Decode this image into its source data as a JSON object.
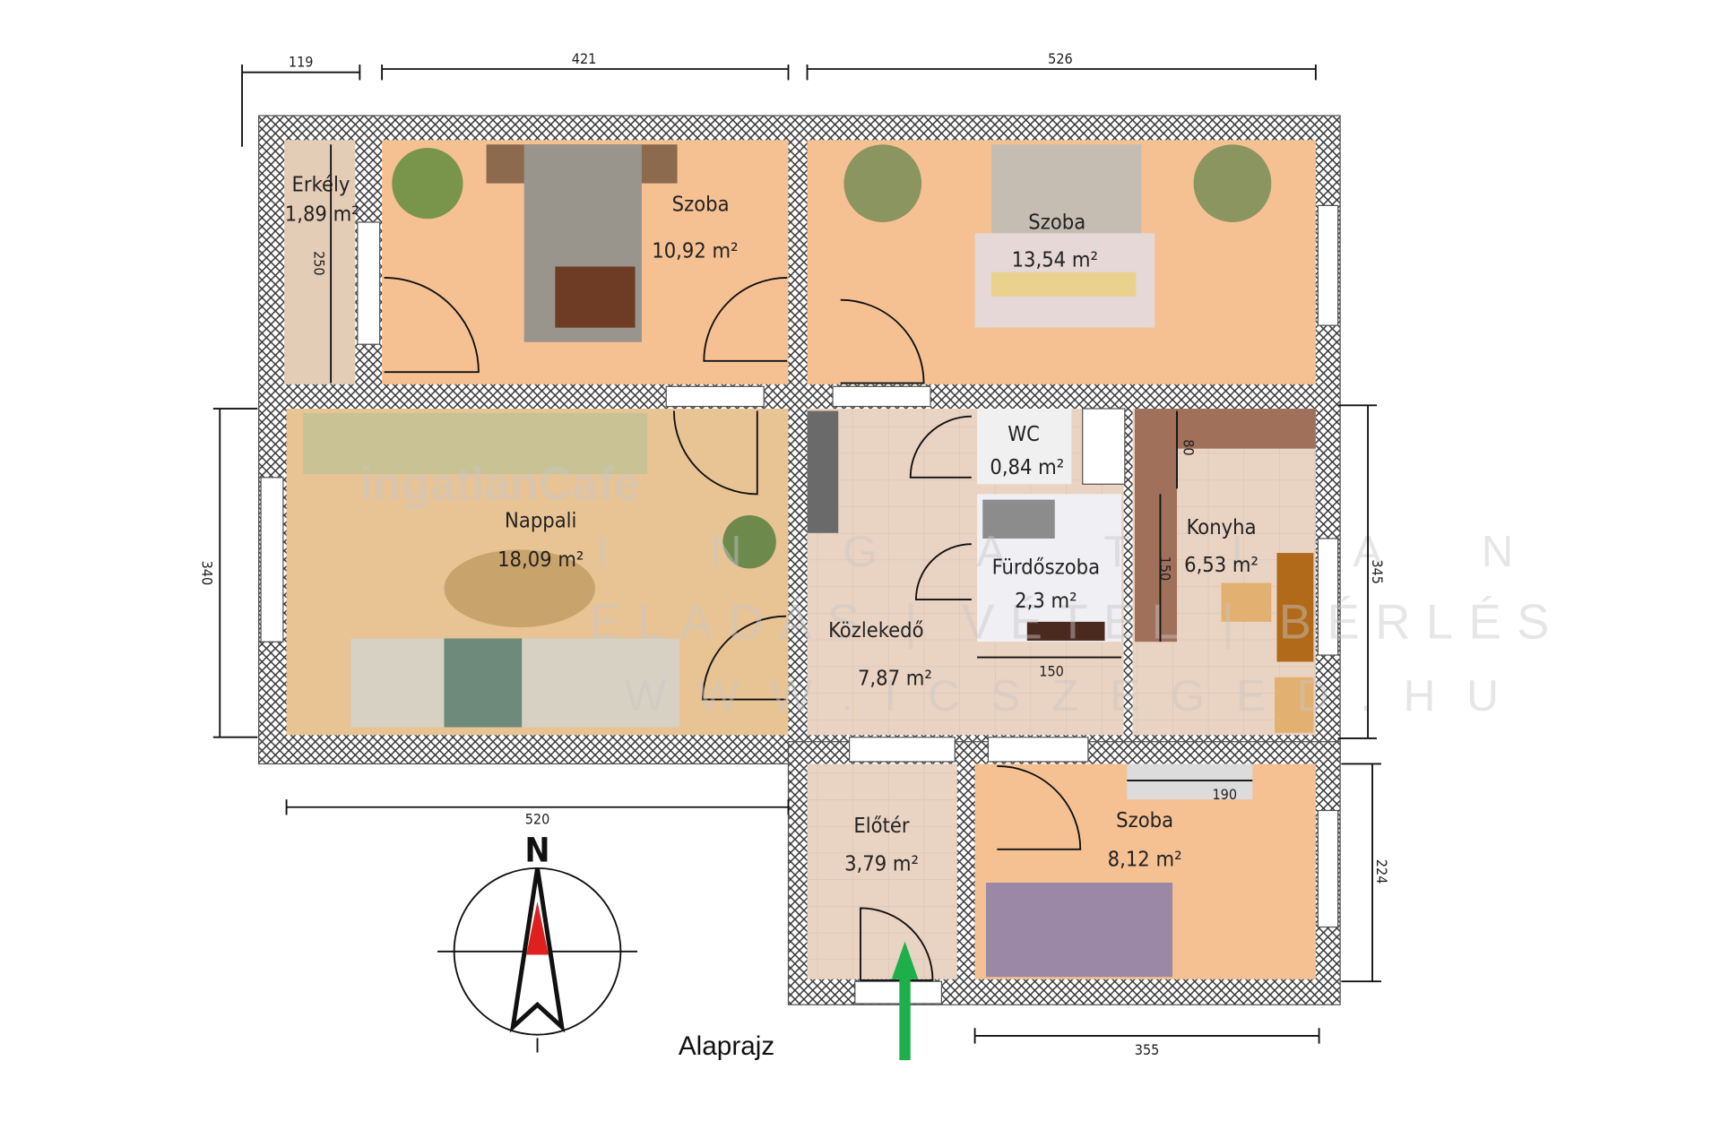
{
  "title": "Alaprajz",
  "rooms": [
    {
      "name": "Erkély",
      "area": "1,89 m²"
    },
    {
      "name": "Szoba",
      "area": "10,92 m²"
    },
    {
      "name": "Szoba",
      "area": "13,54 m²"
    },
    {
      "name": "Nappali",
      "area": "18,09 m²"
    },
    {
      "name": "Közlekedő",
      "area": "7,87 m²"
    },
    {
      "name": "WC",
      "area": "0,84 m²"
    },
    {
      "name": "Fürdőszoba",
      "area": "2,3 m²"
    },
    {
      "name": "Konyha",
      "area": "6,53 m²"
    },
    {
      "name": "Előtér",
      "area": "3,79 m²"
    },
    {
      "name": "Szoba",
      "area": "8,12 m²"
    }
  ],
  "dimensions": {
    "balcony_width": "119",
    "room1_width": "421",
    "room2_width": "526",
    "living_height": "340",
    "living_width": "520",
    "kitchen_height": "345",
    "room3_height": "224",
    "room3_width": "355",
    "balcony_length": "250",
    "kitchen_counter": "80",
    "kitchen_side": "150",
    "bath_width": "150",
    "room3_wardrobe": "190"
  },
  "compass": {
    "north_label": "N"
  },
  "watermark": {
    "logo": "ingatlanCafe",
    "line1": "I N G A T L A N",
    "line2": "ELADÁS | VÉTEL | BÉRLÉS",
    "line3": "WWW.ICSZEGED.HU"
  },
  "colors": {
    "room_orange": "#f5c193",
    "tile": "#e8d2c0",
    "entrance_arrow": "#1db04a",
    "wall_hatch": "#333333"
  }
}
